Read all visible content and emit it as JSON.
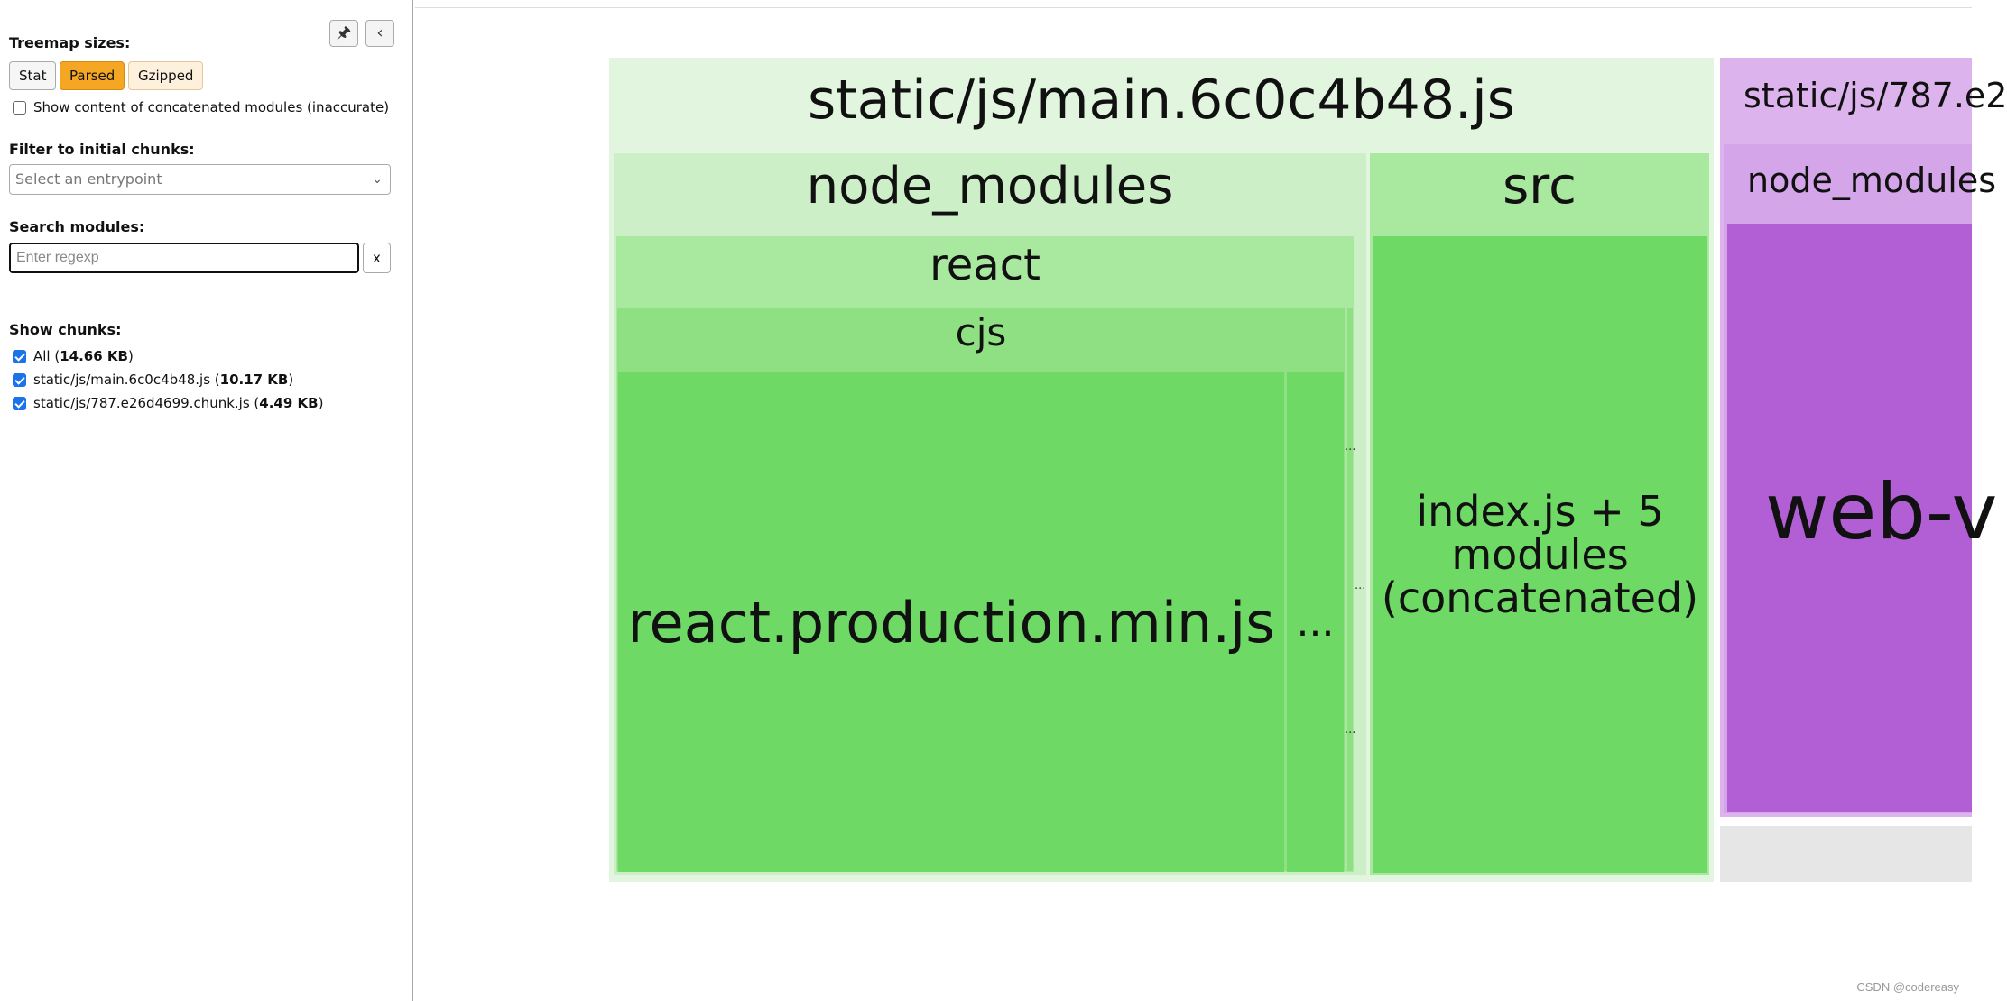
{
  "sidebar": {
    "pin_icon": "pin-icon",
    "collapse_icon": "chevron-left-icon",
    "treemap_sizes_title": "Treemap sizes:",
    "size_buttons": [
      "Stat",
      "Parsed",
      "Gzipped"
    ],
    "active_size": "Parsed",
    "concat_label": "Show content of concatenated modules (inaccurate)",
    "concat_checked": false,
    "filter_title": "Filter to initial chunks:",
    "entrypoint_placeholder": "Select an entrypoint",
    "search_title": "Search modules:",
    "search_placeholder": "Enter regexp",
    "search_value": "",
    "clear_label": "x",
    "show_chunks_title": "Show chunks:",
    "chunks": [
      {
        "name": "All",
        "size": "14.66 KB",
        "checked": true
      },
      {
        "name": "static/js/main.6c0c4b48.js",
        "size": "10.17 KB",
        "checked": true
      },
      {
        "name": "static/js/787.e26d4699.chunk.js",
        "size": "4.49 KB",
        "checked": true
      }
    ]
  },
  "treemap": {
    "main_chunk": "static/js/main.6c0c4b48.js",
    "node_modules": "node_modules",
    "react": "react",
    "cjs": "cjs",
    "react_prod": "react.production.min.js",
    "ellipsis": "...",
    "src": "src",
    "index_concat": "index.js + 5 modules (concatenated)",
    "second_chunk": "static/js/787.e2",
    "second_node_modules": "node_modules",
    "web_vitals": "web-v",
    "small_dots": "..."
  },
  "colors": {
    "green_outer": "#e2f6df",
    "green_mid": "#cdefc8",
    "green_inner": "#a9e89f",
    "green_deep": "#8ee082",
    "green_leaf": "#6fd966",
    "purple_outer": "#dcb3ec",
    "purple_mid": "#d5a5ea",
    "purple_leaf": "#b25fd6",
    "grey": "#e6e6e6",
    "accent": "#f5a623"
  },
  "watermark": "CSDN @codereasy"
}
